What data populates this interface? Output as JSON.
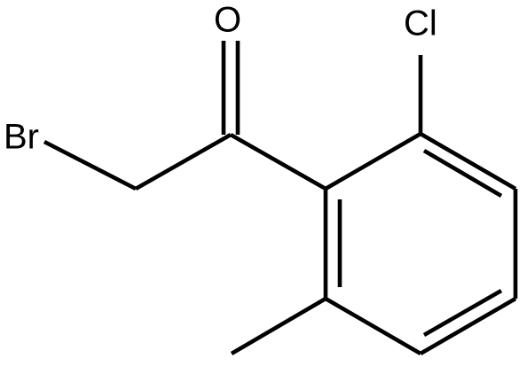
{
  "molecule": {
    "atoms": {
      "oxygen": "O",
      "chlorine": "Cl",
      "bromine": "Br"
    }
  },
  "colors": {
    "bond": "#000000",
    "label": "#000000",
    "background": "#ffffff"
  }
}
